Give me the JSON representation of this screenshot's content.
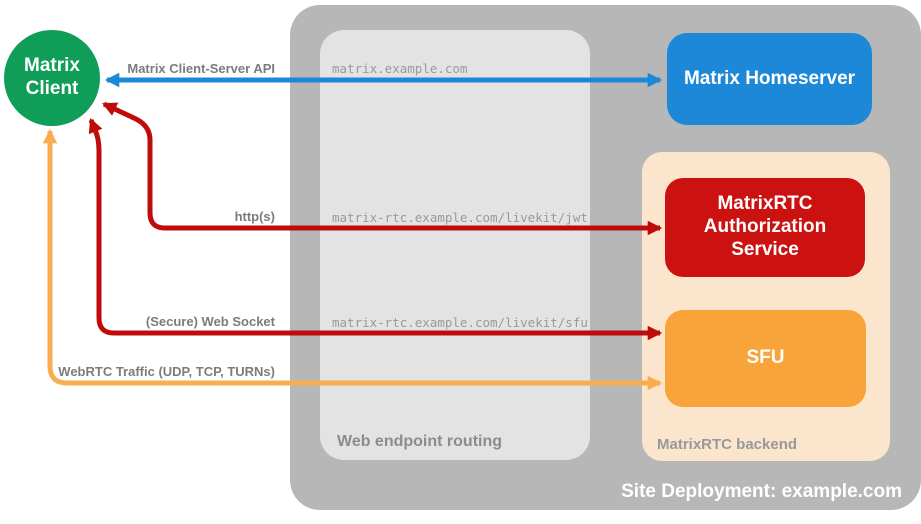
{
  "palette": {
    "client_green": "#0f9d58",
    "homeserver_blue": "#1e88d8",
    "auth_red": "#cc1111",
    "sfu_orange": "#f9a33b",
    "backend_peach": "#fce5cd",
    "deployment_gray": "#b7b7b7",
    "routing_gray": "#e3e3e3",
    "arrow_red": "#c00b0b",
    "arrow_orange": "#f9ad52",
    "label_gray": "#8c8c8c"
  },
  "client": {
    "label": "Matrix Client"
  },
  "deployment": {
    "label": "Site Deployment: example.com"
  },
  "routing": {
    "label": "Web endpoint routing",
    "endpoints": [
      "matrix.example.com",
      "matrix-rtc.example.com/livekit/jwt",
      "matrix-rtc.example.com/livekit/sfu"
    ]
  },
  "backend": {
    "label": "MatrixRTC backend"
  },
  "nodes": {
    "homeserver": "Matrix Homeserver",
    "auth_service": "MatrixRTC Authorization Service",
    "sfu": "SFU"
  },
  "connections": [
    {
      "label": "Matrix Client-Server API",
      "from": "Matrix Client",
      "to": "Matrix Homeserver",
      "via": "matrix.example.com",
      "color": "#1e88d8",
      "bidirectional": true
    },
    {
      "label": "http(s)",
      "from": "Matrix Client",
      "to": "MatrixRTC Authorization Service",
      "via": "matrix-rtc.example.com/livekit/jwt",
      "color": "#c00b0b",
      "bidirectional": true
    },
    {
      "label": "(Secure) Web Socket",
      "from": "Matrix Client",
      "to": "SFU",
      "via": "matrix-rtc.example.com/livekit/sfu",
      "color": "#c00b0b",
      "bidirectional": true
    },
    {
      "label": "WebRTC Traffic (UDP, TCP, TURNs)",
      "from": "Matrix Client",
      "to": "SFU",
      "color": "#f9ad52",
      "bidirectional": true
    }
  ]
}
